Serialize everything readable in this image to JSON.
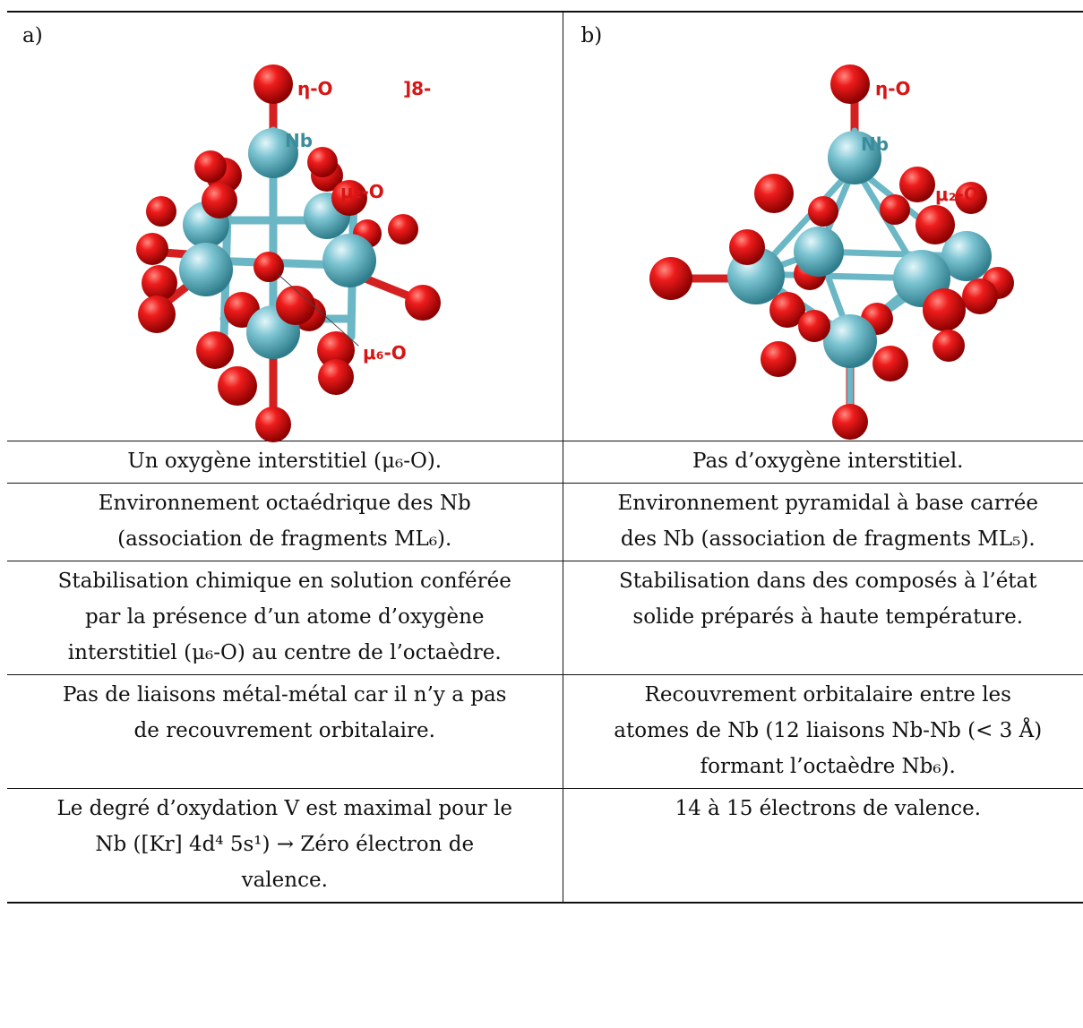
{
  "figure": {
    "panel_a": {
      "label": "a)",
      "atom_labels": {
        "eta_o": "η-O",
        "nb": "Nb",
        "mu2_o": "μ₂-O",
        "mu6_o": "μ₆-O",
        "charge": "]8-"
      }
    },
    "panel_b": {
      "label": "b)",
      "atom_labels": {
        "eta_o": "η-O",
        "nb": "Nb",
        "mu2_o": "μ₂-O"
      }
    },
    "colors": {
      "oxygen": "#e51414",
      "niobium": "#6bb7c6",
      "label_red": "#d81515",
      "label_teal": "#3b8d9b"
    }
  },
  "rows": [
    {
      "left": [
        "Un oxygène interstitiel (μ₆-O)."
      ],
      "right": [
        "Pas d’oxygène interstitiel."
      ]
    },
    {
      "left": [
        "Environnement octaédrique des Nb",
        "(association de fragments ML₆)."
      ],
      "right": [
        "Environnement pyramidal à base carrée",
        "des Nb (association de fragments ML₅)."
      ]
    },
    {
      "left": [
        "Stabilisation chimique en solution conférée",
        "par la présence d’un atome d’oxygène",
        "interstitiel (μ₆-O) au centre de l’octaèdre."
      ],
      "right": [
        "Stabilisation dans des composés à l’état",
        "solide préparés à haute température."
      ]
    },
    {
      "left": [
        "Pas de liaisons métal-métal car il n’y a pas",
        "de recouvrement orbitalaire."
      ],
      "right": [
        "Recouvrement orbitalaire entre les",
        "atomes de Nb (12 liaisons Nb-Nb (< 3 Å)",
        "formant l’octaèdre Nb₆)."
      ]
    },
    {
      "left": [
        "Le degré d’oxydation V est maximal pour le",
        "Nb ([Kr] 4d⁴ 5s¹) → Zéro électron de",
        "valence."
      ],
      "right": [
        "14 à 15 électrons de valence."
      ]
    }
  ]
}
